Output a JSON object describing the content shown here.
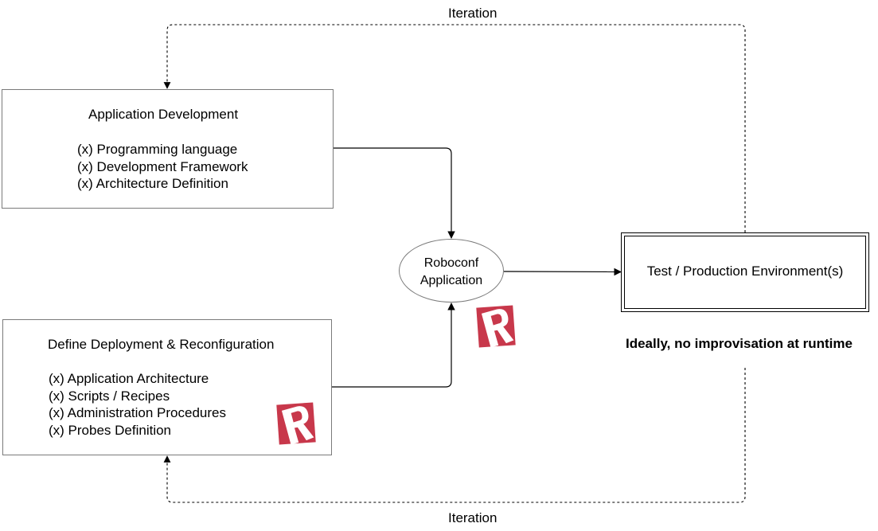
{
  "diagram": {
    "boxes": {
      "app_development": {
        "title": "Application Development",
        "items": [
          "(x) Programming language",
          "(x) Development Framework",
          "(x) Architecture Definition"
        ]
      },
      "deployment": {
        "title": "Define Deployment & Reconfiguration",
        "items": [
          "(x) Application Architecture",
          "(x) Scripts / Recipes",
          "(x) Administration Procedures",
          "(x) Probes Definition"
        ]
      },
      "environment": {
        "title": "Test / Production Environment(s)"
      }
    },
    "center_node": {
      "line1": "Roboconf",
      "line2": "Application"
    },
    "iteration_top": "Iteration",
    "iteration_bottom": "Iteration",
    "note": "Ideally, no improvisation at runtime",
    "logo": {
      "icon": "roboconf-logo-icon",
      "letter": "R",
      "color": "#c8384b"
    },
    "colors": {
      "box_border": "#7a7a7a",
      "line": "#000000"
    }
  }
}
